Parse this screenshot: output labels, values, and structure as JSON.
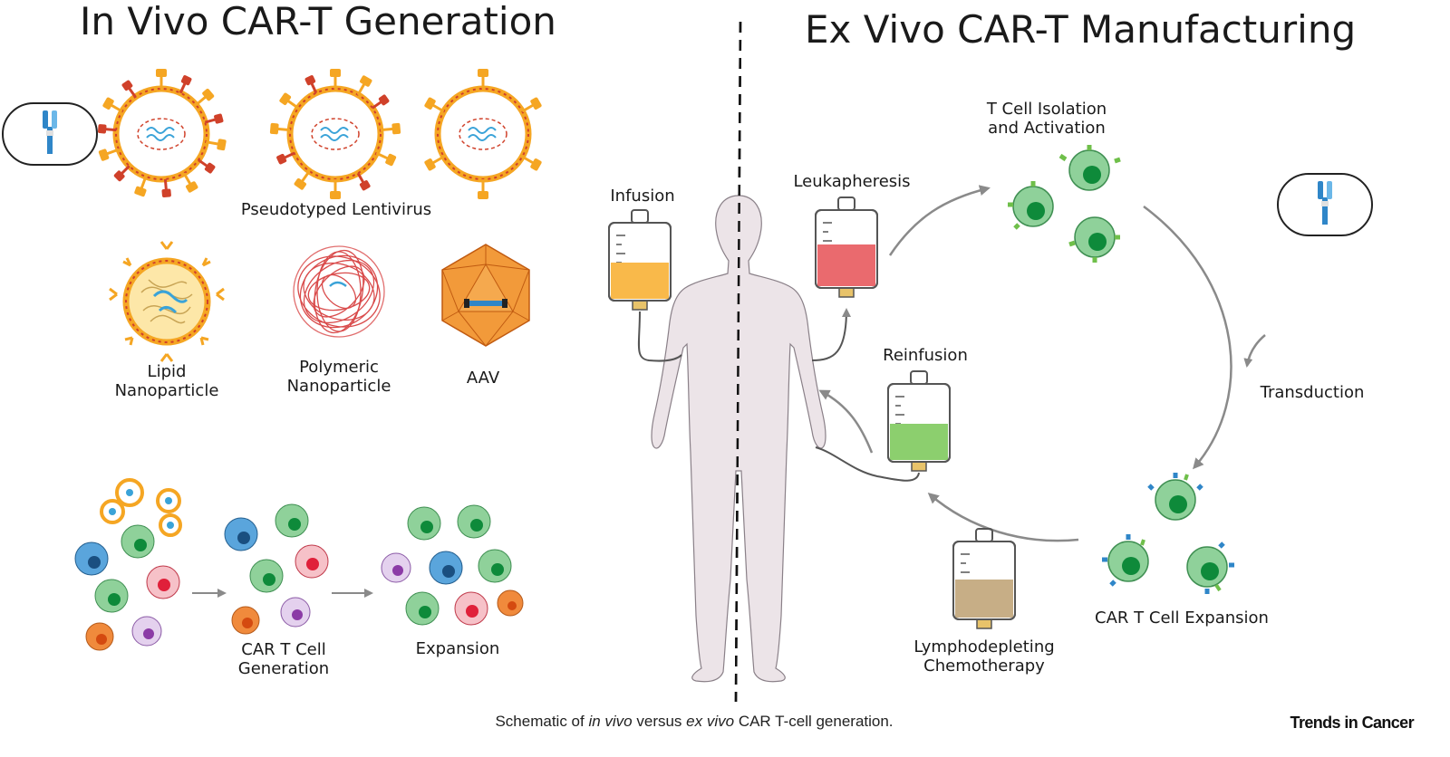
{
  "titles": {
    "in_vivo": "In Vivo CAR-T Generation",
    "ex_vivo": "Ex Vivo CAR-T Manufacturing"
  },
  "in_vivo": {
    "lentivirus_label": "Pseudotyped Lentivirus",
    "lipid_label": [
      "Lipid",
      "Nanoparticle"
    ],
    "polymeric_label": [
      "Polymeric",
      "Nanoparticle"
    ],
    "aav_label": "AAV",
    "generation_label": [
      "CAR T Cell",
      "Generation"
    ],
    "expansion_label": "Expansion"
  },
  "ex_vivo": {
    "infusion_label": "Infusion",
    "leukapheresis_label": "Leukapheresis",
    "isolation_label": [
      "T Cell Isolation",
      "and Activation"
    ],
    "transduction_label": "Transduction",
    "car_expansion_label": "CAR T Cell Expansion",
    "reinfusion_label": "Reinfusion",
    "lympho_label": [
      "Lymphodepleting",
      "Chemotherapy"
    ]
  },
  "caption": {
    "pre": "Schematic of ",
    "in_vivo": "in vivo",
    "mid": " versus ",
    "ex_vivo": "ex vivo",
    "post": " CAR T-cell generation."
  },
  "brand": "Trends in Cancer",
  "colors": {
    "green_cell": "#8fd19a",
    "green_nucleus": "#0e8a3a",
    "blue_cell": "#5aa5dc",
    "red_cell": "#e04a5a",
    "purple_cell": "#b98ed0",
    "orange_cell": "#f08a3c",
    "virus_orange": "#f5a623",
    "virus_red": "#d0412a",
    "infusion_bag": "#f9b94a",
    "leuka_bag": "#ea6a6e",
    "reinfusion_bag": "#8ccf6e",
    "chemo_bag": "#c7ae86",
    "body": "#ece4e8",
    "arrow": "#8a8a8a"
  }
}
